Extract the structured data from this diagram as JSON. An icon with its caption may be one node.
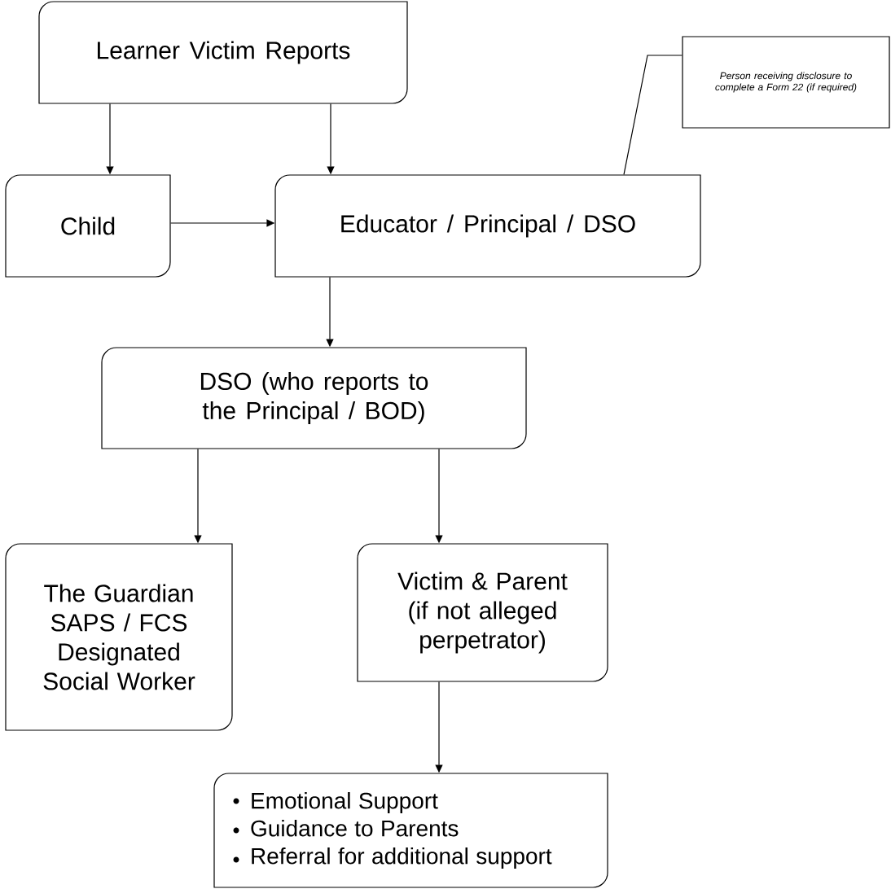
{
  "diagram": {
    "nodes": [
      {
        "text": [
          "Learner Victim Reports"
        ]
      },
      {
        "text": [
          "Child"
        ]
      },
      {
        "text": [
          "Educator / Principal / DSO"
        ]
      },
      {
        "text": [
          "Person receiving disclosure to complete a Form 22 (if required)"
        ]
      },
      {
        "text": [
          "DSO (who reports to the Principal / BOD)"
        ]
      },
      {
        "text": [
          "The Guardian SAPS / FCS Designated Social Worker"
        ]
      },
      {
        "text": [
          "Victim & Parent (if not alleged perpetrator)"
        ]
      },
      {
        "text": [
          "Emotional Support",
          "Guidance to Parents",
          "Referral for additional support"
        ]
      }
    ],
    "edges": [
      {
        "from": 0,
        "to": 1,
        "arrow": "to"
      },
      {
        "from": 0,
        "to": 2,
        "arrow": "to"
      },
      {
        "from": 1,
        "to": 2,
        "arrow": "to"
      },
      {
        "from": 3,
        "to": 2,
        "arrow": "none"
      },
      {
        "from": 2,
        "to": 4,
        "arrow": "to"
      },
      {
        "from": 4,
        "to": 5,
        "arrow": "to"
      },
      {
        "from": 4,
        "to": 6,
        "arrow": "to"
      },
      {
        "from": 6,
        "to": 7,
        "arrow": "to"
      }
    ]
  }
}
